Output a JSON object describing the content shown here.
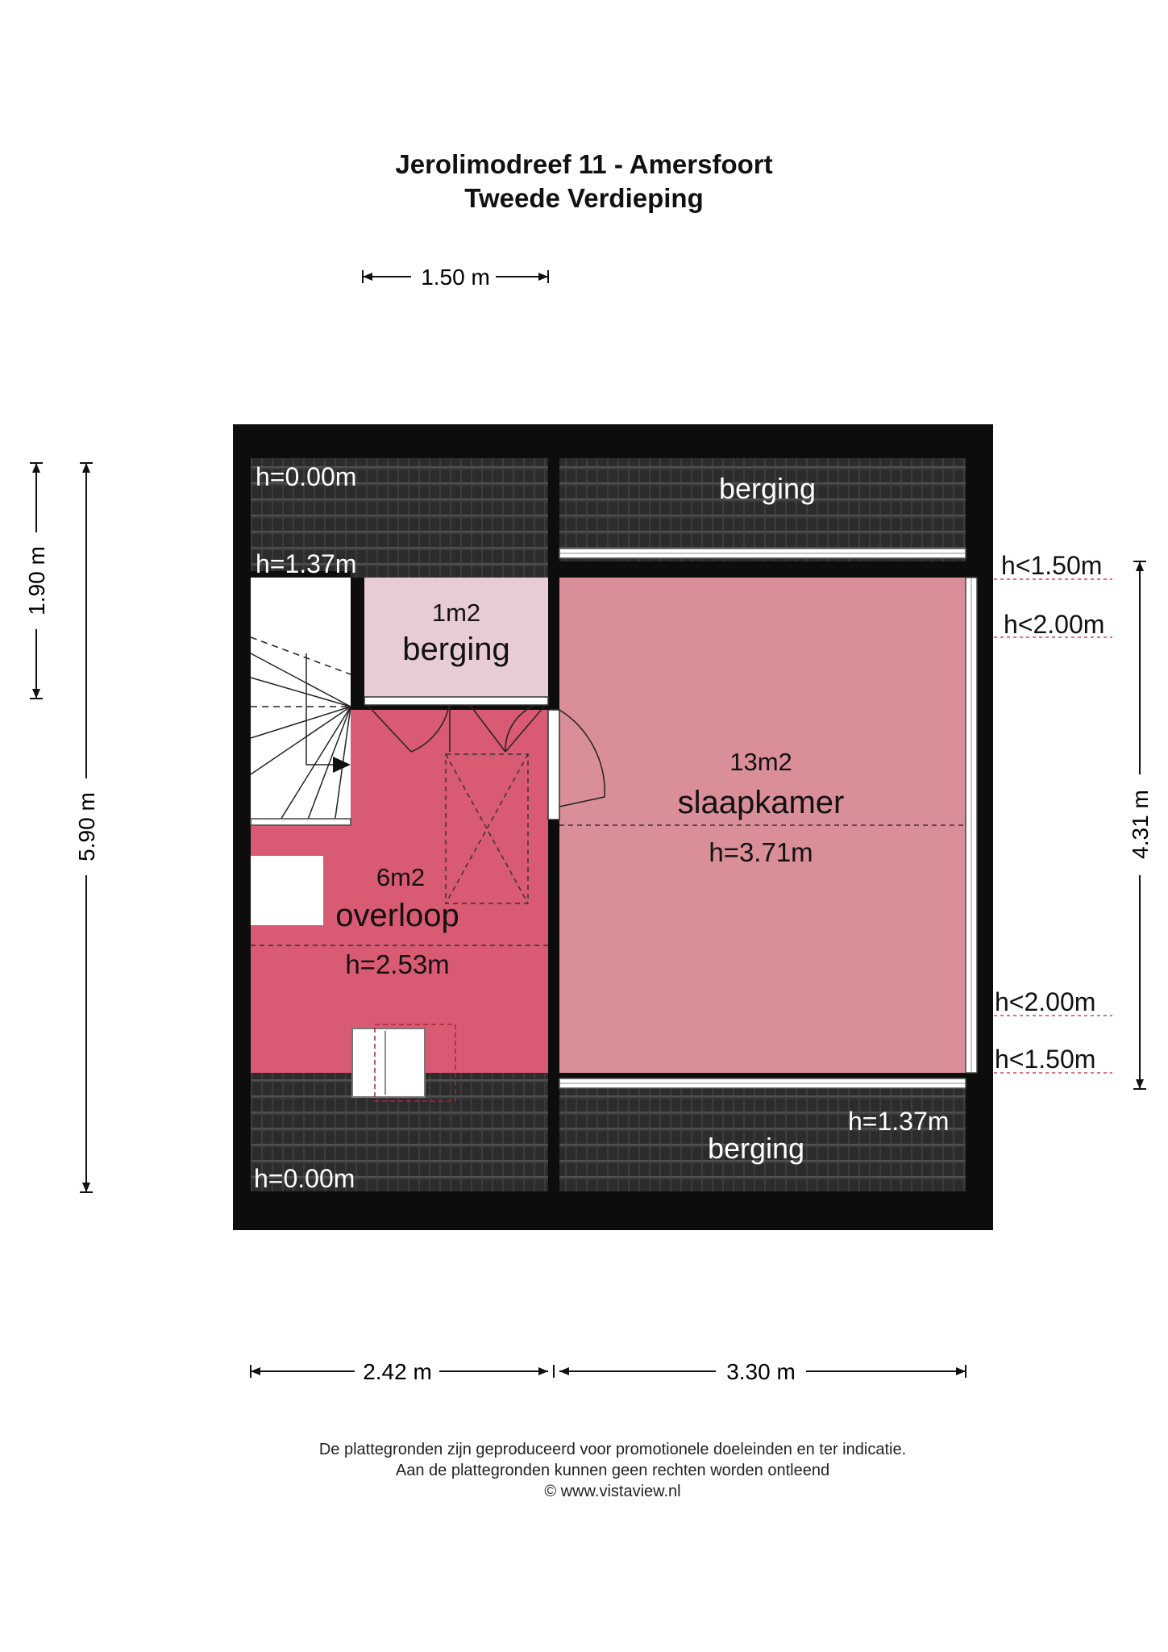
{
  "header": {
    "title_line1": "Jerolimodreef 11 - Amersfoort",
    "title_line2": "Tweede Verdieping"
  },
  "dimensions": {
    "top_width": "1.50 m",
    "left_upper": "1.90 m",
    "left_total": "5.90 m",
    "right_height": "4.31 m",
    "bottom_left": "2.42 m",
    "bottom_right": "3.30 m"
  },
  "rooms": {
    "berging_top": {
      "name": "berging"
    },
    "berging_small": {
      "area": "1m2",
      "name": "berging"
    },
    "overloop": {
      "area": "6m2",
      "name": "overloop",
      "height": "h=2.53m"
    },
    "slaapkamer": {
      "area": "13m2",
      "name": "slaapkamer",
      "height": "h=3.71m"
    },
    "berging_bottom": {
      "name": "berging"
    }
  },
  "height_labels": {
    "top_left_zero": "h=0.00m",
    "left_137": "h=1.37m",
    "bottom_left_zero": "h=0.00m",
    "bottom_right_137": "h=1.37m",
    "right_top_150": "h<1.50m",
    "right_top_200": "h<2.00m",
    "right_bottom_200": "h<2.00m",
    "right_bottom_150": "h<1.50m"
  },
  "footer": {
    "line1": "De plattegronden zijn geproduceerd voor promotionele doeleinden en ter indicatie.",
    "line2": "Aan de plattegronden kunnen geen rechten worden ontleend",
    "line3": "© www.vistaview.nl"
  },
  "colors": {
    "roof": "#3a3a3a",
    "wall": "#0d0d0d",
    "slaapkamer": "#d98e98",
    "overloop": "#d95a73",
    "berging_small": "#e8ccd4",
    "height_line": "#d94455"
  },
  "icons": [
    "stair-arrow-icon",
    "roof-hatch-icon",
    "skylight-icon",
    "door-swing-icon"
  ]
}
